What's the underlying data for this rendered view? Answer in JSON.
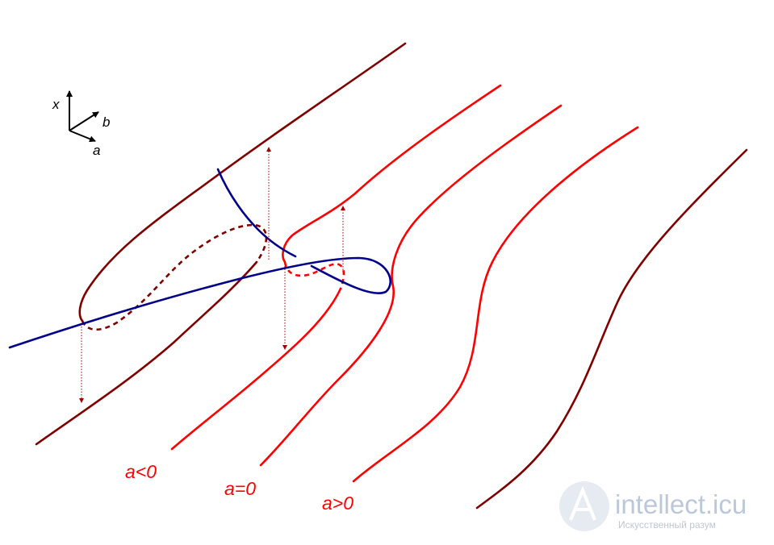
{
  "axes": {
    "x_label": "x",
    "b_label": "b",
    "a_label": "a"
  },
  "curve_labels": {
    "a_negative": "a<0",
    "a_zero": "a=0",
    "a_positive": "a>0"
  },
  "watermark": {
    "logo_letter": "A",
    "site": "intellect.icu",
    "tagline": "Искусственный разум"
  },
  "colors": {
    "dark_red": "#800000",
    "red": "#ff0000",
    "blue": "#00008b",
    "thin_arrow": "#a00000",
    "watermark": "#b5c3d6"
  }
}
